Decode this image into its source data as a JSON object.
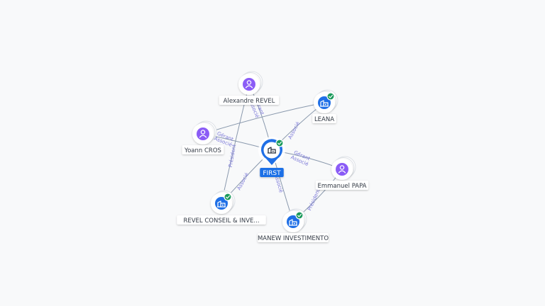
{
  "graph": {
    "center": {
      "label": "FIRST",
      "type": "company"
    },
    "nodes": [
      {
        "id": "alexandre",
        "label": "Alexandre REVEL",
        "type": "person"
      },
      {
        "id": "yoann",
        "label": "Yoann CROS",
        "type": "person"
      },
      {
        "id": "leana",
        "label": "LEANA",
        "type": "company"
      },
      {
        "id": "emmanuel",
        "label": "Emmanuel PAPA",
        "type": "person"
      },
      {
        "id": "revel_conseil",
        "label": "REVEL CONSEIL & INVE...",
        "type": "company"
      },
      {
        "id": "manew",
        "label": "MANEW INVESTIMENTO",
        "type": "company"
      }
    ],
    "edges": [
      {
        "from": "alexandre",
        "to": "center",
        "labels": [
          "Gérant",
          "Associé"
        ]
      },
      {
        "from": "yoann",
        "to": "center",
        "labels": [
          "Gérant",
          "Associé"
        ]
      },
      {
        "from": "leana",
        "to": "center",
        "labels": [
          "Associé"
        ]
      },
      {
        "from": "emmanuel",
        "to": "center",
        "labels": [
          "Gérant",
          "Associé"
        ]
      },
      {
        "from": "revel_conseil",
        "to": "center",
        "labels": [
          "Associé"
        ]
      },
      {
        "from": "manew",
        "to": "center",
        "labels": [
          "Associé"
        ]
      },
      {
        "from": "alexandre",
        "to": "revel_conseil",
        "labels": [
          "Président"
        ]
      },
      {
        "from": "emmanuel",
        "to": "manew",
        "labels": [
          "Président"
        ]
      },
      {
        "from": "yoann",
        "to": "leana",
        "labels": []
      }
    ],
    "colors": {
      "company_icon": "#1f6fe6",
      "person_icon": "#8b5cf6",
      "verified_badge": "#1a9a5b",
      "edge": "#8a99ad",
      "edge_label": "#7b78d8"
    },
    "icons": {
      "person": "user-icon",
      "company": "building-icon",
      "verified": "check-badge-icon"
    }
  }
}
